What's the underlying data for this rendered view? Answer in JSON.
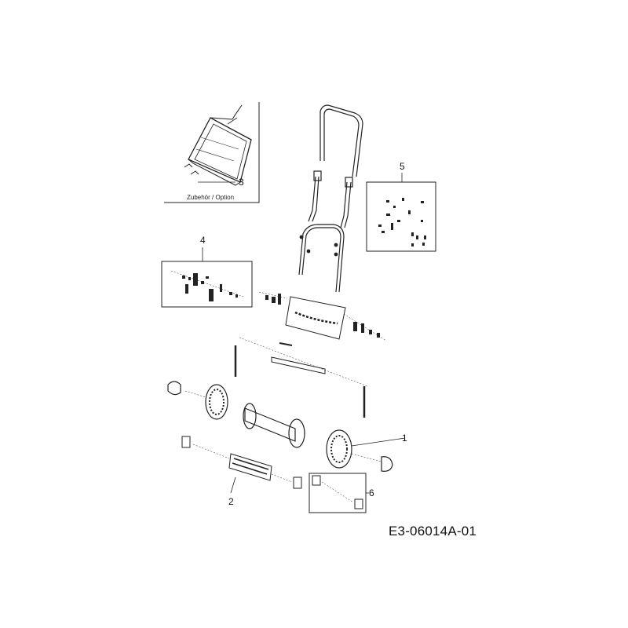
{
  "callouts": [
    "1",
    "2",
    "3",
    "4",
    "5",
    "6"
  ],
  "option_caption": "Zubehör / Option",
  "document_code": "E3-06014A-01"
}
